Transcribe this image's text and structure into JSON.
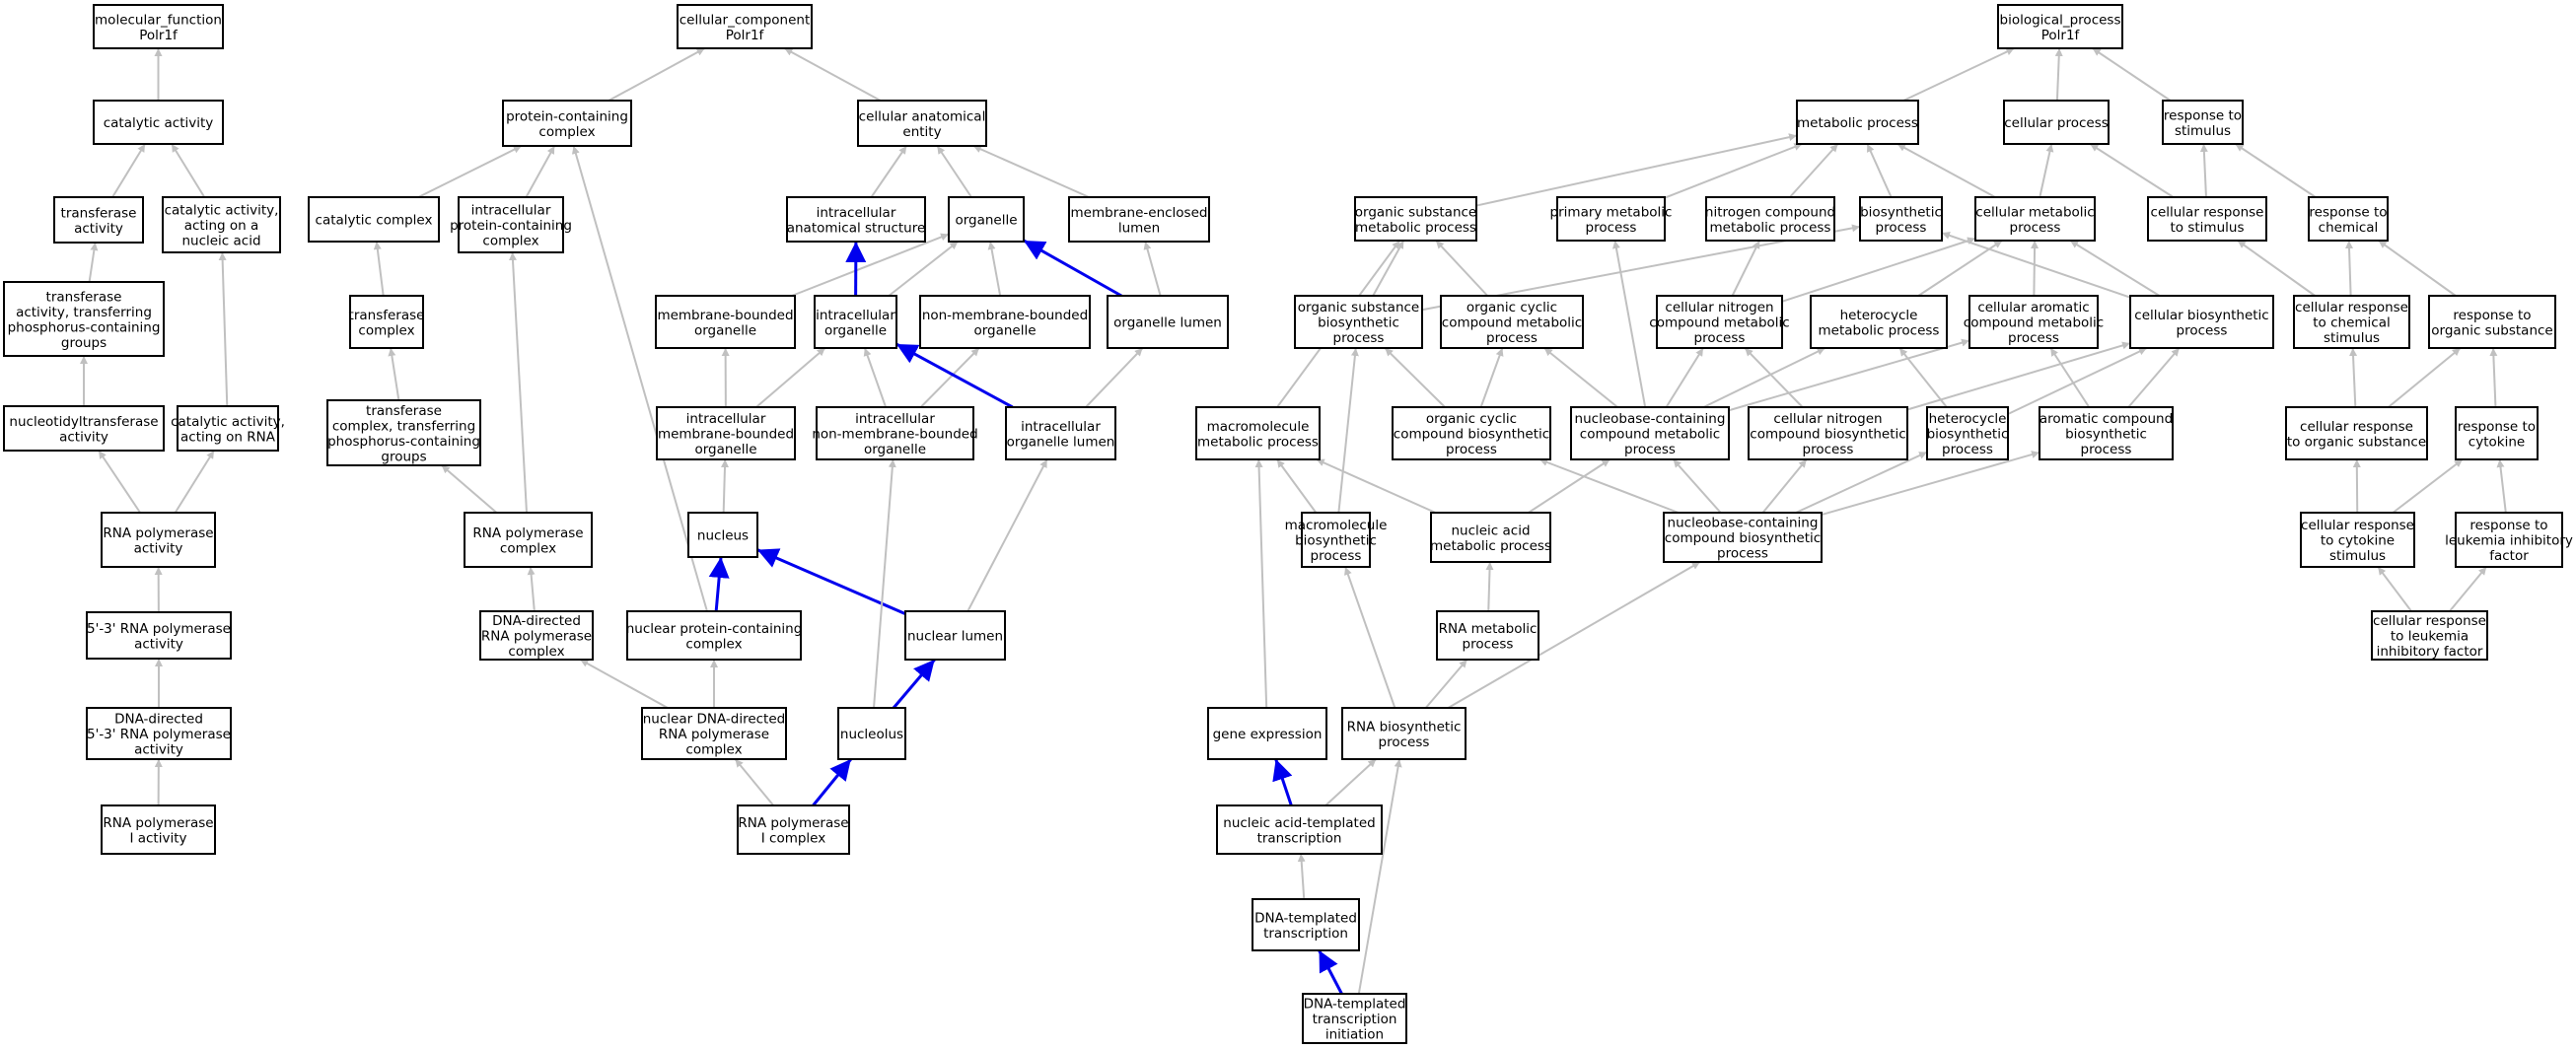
{
  "colors": {
    "default_fill": "#ffffff",
    "highlight_fill": "#add8e6",
    "focus_fill": "#6495ed",
    "grey_edge": "#c0c0c0",
    "blue_edge": "#0000ee"
  },
  "nodes": {
    "mf_root": {
      "lines": [
        "molecular_function",
        "Polr1f"
      ]
    },
    "catalytic": {
      "lines": [
        "catalytic activity"
      ]
    },
    "transferase_act": {
      "lines": [
        "transferase",
        "activity"
      ]
    },
    "cat_nucleic": {
      "lines": [
        "catalytic activity,",
        "acting on a",
        "nucleic acid"
      ]
    },
    "trans_phos": {
      "lines": [
        "transferase",
        "activity, transferring",
        "phosphorus-containing",
        "groups"
      ]
    },
    "nucleotidyl": {
      "lines": [
        "nucleotidyltransferase",
        "activity"
      ]
    },
    "cat_rna": {
      "lines": [
        "catalytic activity,",
        "acting on RNA"
      ]
    },
    "rnapol_act": {
      "lines": [
        "RNA polymerase",
        "activity"
      ]
    },
    "rnapol_53": {
      "lines": [
        "5'-3' RNA polymerase",
        "activity"
      ]
    },
    "dna_dir_53": {
      "lines": [
        "DNA-directed",
        "5'-3' RNA polymerase",
        "activity"
      ]
    },
    "rnapol1_act": {
      "lines": [
        "RNA polymerase",
        "I activity"
      ],
      "style": "highlight"
    },
    "cc_root": {
      "lines": [
        "cellular_component",
        "Polr1f"
      ]
    },
    "prot_complex": {
      "lines": [
        "protein-containing",
        "complex"
      ]
    },
    "cell_anat": {
      "lines": [
        "cellular anatomical",
        "entity"
      ]
    },
    "catalytic_complex": {
      "lines": [
        "catalytic complex"
      ]
    },
    "intra_prot_complex": {
      "lines": [
        "intracellular",
        "protein-containing",
        "complex"
      ]
    },
    "intra_anat": {
      "lines": [
        "intracellular",
        "anatomical structure"
      ]
    },
    "organelle": {
      "lines": [
        "organelle"
      ]
    },
    "membrane_lumen": {
      "lines": [
        "membrane-enclosed",
        "lumen"
      ]
    },
    "transferase_complex": {
      "lines": [
        "transferase",
        "complex"
      ]
    },
    "mem_organelle": {
      "lines": [
        "membrane-bounded",
        "organelle"
      ]
    },
    "intra_organelle": {
      "lines": [
        "intracellular",
        "organelle"
      ]
    },
    "nonmem_organelle": {
      "lines": [
        "non-membrane-bounded",
        "organelle"
      ]
    },
    "organelle_lumen": {
      "lines": [
        "organelle lumen"
      ]
    },
    "trans_complex_phos": {
      "lines": [
        "transferase",
        "complex, transferring",
        "phosphorus-containing",
        "groups"
      ]
    },
    "intra_mem_org": {
      "lines": [
        "intracellular",
        "membrane-bounded",
        "organelle"
      ]
    },
    "intra_nonmem_org": {
      "lines": [
        "intracellular",
        "non-membrane-bounded",
        "organelle"
      ]
    },
    "intra_org_lumen": {
      "lines": [
        "intracellular",
        "organelle lumen"
      ]
    },
    "rnapol_complex": {
      "lines": [
        "RNA polymerase",
        "complex"
      ]
    },
    "nucleus": {
      "lines": [
        "nucleus"
      ],
      "style": "highlight"
    },
    "dna_dir_rnapol_complex": {
      "lines": [
        "DNA-directed",
        "RNA polymerase",
        "complex"
      ],
      "style": "highlight"
    },
    "nuc_prot_complex": {
      "lines": [
        "nuclear protein-containing",
        "complex"
      ]
    },
    "nuclear_lumen": {
      "lines": [
        "nuclear lumen"
      ]
    },
    "nuc_dna_dir": {
      "lines": [
        "nuclear DNA-directed",
        "RNA polymerase",
        "complex"
      ]
    },
    "nucleolus": {
      "lines": [
        "nucleolus"
      ]
    },
    "rnapol1_complex": {
      "lines": [
        "RNA polymerase",
        "I complex"
      ],
      "style": "highlight"
    },
    "bp_root": {
      "lines": [
        "biological_process",
        "Polr1f"
      ]
    },
    "metabolic": {
      "lines": [
        "metabolic process"
      ]
    },
    "cellular_process": {
      "lines": [
        "cellular process"
      ]
    },
    "response_stimulus": {
      "lines": [
        "response to",
        "stimulus"
      ]
    },
    "org_sub_meta": {
      "lines": [
        "organic substance",
        "metabolic process"
      ]
    },
    "primary_meta": {
      "lines": [
        "primary metabolic",
        "process"
      ]
    },
    "nitrogen_meta": {
      "lines": [
        "nitrogen compound",
        "metabolic process"
      ]
    },
    "biosynthetic": {
      "lines": [
        "biosynthetic",
        "process"
      ]
    },
    "cell_meta": {
      "lines": [
        "cellular metabolic",
        "process"
      ]
    },
    "cell_resp_stim": {
      "lines": [
        "cellular response",
        "to stimulus"
      ]
    },
    "resp_chem": {
      "lines": [
        "response to",
        "chemical"
      ]
    },
    "org_sub_bio": {
      "lines": [
        "organic substance",
        "biosynthetic",
        "process"
      ]
    },
    "org_cyclic_meta": {
      "lines": [
        "organic cyclic",
        "compound metabolic",
        "process"
      ]
    },
    "cell_nitrogen_meta": {
      "lines": [
        "cellular nitrogen",
        "compound metabolic",
        "process"
      ]
    },
    "hetero_meta": {
      "lines": [
        "heterocycle",
        "metabolic process"
      ]
    },
    "cell_aromatic_meta": {
      "lines": [
        "cellular aromatic",
        "compound metabolic",
        "process"
      ]
    },
    "cell_bio": {
      "lines": [
        "cellular biosynthetic",
        "process"
      ]
    },
    "cell_resp_chem": {
      "lines": [
        "cellular response",
        "to chemical",
        "stimulus"
      ]
    },
    "resp_org_sub": {
      "lines": [
        "response to",
        "organic substance"
      ]
    },
    "macro_meta": {
      "lines": [
        "macromolecule",
        "metabolic process"
      ]
    },
    "org_cyclic_bio": {
      "lines": [
        "organic cyclic",
        "compound biosynthetic",
        "process"
      ]
    },
    "nucleobase_meta": {
      "lines": [
        "nucleobase-containing",
        "compound metabolic",
        "process"
      ]
    },
    "cell_nitrogen_bio": {
      "lines": [
        "cellular nitrogen",
        "compound biosynthetic",
        "process"
      ]
    },
    "hetero_bio": {
      "lines": [
        "heterocycle",
        "biosynthetic",
        "process"
      ]
    },
    "aromatic_bio": {
      "lines": [
        "aromatic compound",
        "biosynthetic",
        "process"
      ]
    },
    "cell_resp_org_sub": {
      "lines": [
        "cellular response",
        "to organic substance"
      ]
    },
    "resp_cytokine": {
      "lines": [
        "response to",
        "cytokine"
      ]
    },
    "macro_bio": {
      "lines": [
        "macromolecule",
        "biosynthetic",
        "process"
      ]
    },
    "nucleic_meta": {
      "lines": [
        "nucleic acid",
        "metabolic process"
      ]
    },
    "nucleobase_bio": {
      "lines": [
        "nucleobase-containing",
        "compound biosynthetic",
        "process"
      ]
    },
    "cell_resp_cytokine": {
      "lines": [
        "cellular response",
        "to cytokine",
        "stimulus"
      ]
    },
    "resp_lif": {
      "lines": [
        "response to",
        "leukemia inhibitory",
        "factor"
      ]
    },
    "rna_meta": {
      "lines": [
        "RNA metabolic",
        "process"
      ]
    },
    "cell_resp_lif": {
      "lines": [
        "cellular response",
        "to leukemia",
        "inhibitory factor"
      ],
      "style": "focus"
    },
    "gene_expr": {
      "lines": [
        "gene expression"
      ]
    },
    "rna_bio": {
      "lines": [
        "RNA biosynthetic",
        "process"
      ]
    },
    "nucleic_templ": {
      "lines": [
        "nucleic acid-templated",
        "transcription"
      ]
    },
    "dna_templ": {
      "lines": [
        "DNA-templated",
        "transcription"
      ]
    },
    "dna_templ_init": {
      "lines": [
        "DNA-templated",
        "transcription",
        "initiation"
      ],
      "style": "highlight"
    }
  },
  "edges": [
    [
      "catalytic",
      "mf_root",
      "grey"
    ],
    [
      "transferase_act",
      "catalytic",
      "grey"
    ],
    [
      "cat_nucleic",
      "catalytic",
      "grey"
    ],
    [
      "trans_phos",
      "transferase_act",
      "grey"
    ],
    [
      "nucleotidyl",
      "trans_phos",
      "grey"
    ],
    [
      "cat_rna",
      "cat_nucleic",
      "grey"
    ],
    [
      "rnapol_act",
      "nucleotidyl",
      "grey"
    ],
    [
      "rnapol_act",
      "cat_rna",
      "grey"
    ],
    [
      "rnapol_53",
      "rnapol_act",
      "grey"
    ],
    [
      "dna_dir_53",
      "rnapol_53",
      "grey"
    ],
    [
      "rnapol1_act",
      "dna_dir_53",
      "grey"
    ],
    [
      "prot_complex",
      "cc_root",
      "grey"
    ],
    [
      "cell_anat",
      "cc_root",
      "grey"
    ],
    [
      "catalytic_complex",
      "prot_complex",
      "grey"
    ],
    [
      "intra_prot_complex",
      "prot_complex",
      "grey"
    ],
    [
      "intra_anat",
      "cell_anat",
      "grey"
    ],
    [
      "organelle",
      "cell_anat",
      "grey"
    ],
    [
      "membrane_lumen",
      "cell_anat",
      "grey"
    ],
    [
      "transferase_complex",
      "catalytic_complex",
      "grey"
    ],
    [
      "trans_complex_phos",
      "transferase_complex",
      "grey"
    ],
    [
      "mem_organelle",
      "organelle",
      "grey"
    ],
    [
      "intra_organelle",
      "intra_anat",
      "blue"
    ],
    [
      "intra_organelle",
      "organelle",
      "grey"
    ],
    [
      "nonmem_organelle",
      "organelle",
      "grey"
    ],
    [
      "organelle_lumen",
      "organelle",
      "blue"
    ],
    [
      "organelle_lumen",
      "membrane_lumen",
      "grey"
    ],
    [
      "intra_mem_org",
      "mem_organelle",
      "grey"
    ],
    [
      "intra_mem_org",
      "intra_organelle",
      "grey"
    ],
    [
      "intra_nonmem_org",
      "intra_organelle",
      "grey"
    ],
    [
      "intra_nonmem_org",
      "nonmem_organelle",
      "grey"
    ],
    [
      "intra_org_lumen",
      "intra_organelle",
      "blue"
    ],
    [
      "intra_org_lumen",
      "organelle_lumen",
      "grey"
    ],
    [
      "rnapol_complex",
      "trans_complex_phos",
      "grey"
    ],
    [
      "rnapol_complex",
      "intra_prot_complex",
      "grey"
    ],
    [
      "nucleus",
      "intra_mem_org",
      "grey"
    ],
    [
      "dna_dir_rnapol_complex",
      "rnapol_complex",
      "grey"
    ],
    [
      "nuc_prot_complex",
      "nucleus",
      "blue"
    ],
    [
      "nuc_prot_complex",
      "prot_complex",
      "grey"
    ],
    [
      "nuclear_lumen",
      "nucleus",
      "blue"
    ],
    [
      "nuclear_lumen",
      "intra_org_lumen",
      "grey"
    ],
    [
      "nuc_dna_dir",
      "dna_dir_rnapol_complex",
      "grey"
    ],
    [
      "nuc_dna_dir",
      "nuc_prot_complex",
      "grey"
    ],
    [
      "nucleolus",
      "nuclear_lumen",
      "blue"
    ],
    [
      "nucleolus",
      "intra_nonmem_org",
      "grey"
    ],
    [
      "rnapol1_complex",
      "nuc_dna_dir",
      "grey"
    ],
    [
      "rnapol1_complex",
      "nucleolus",
      "blue"
    ],
    [
      "metabolic",
      "bp_root",
      "grey"
    ],
    [
      "cellular_process",
      "bp_root",
      "grey"
    ],
    [
      "response_stimulus",
      "bp_root",
      "grey"
    ],
    [
      "org_sub_meta",
      "metabolic",
      "grey"
    ],
    [
      "primary_meta",
      "metabolic",
      "grey"
    ],
    [
      "nitrogen_meta",
      "metabolic",
      "grey"
    ],
    [
      "biosynthetic",
      "metabolic",
      "grey"
    ],
    [
      "cell_meta",
      "metabolic",
      "grey"
    ],
    [
      "cell_meta",
      "cellular_process",
      "grey"
    ],
    [
      "cell_resp_stim",
      "cellular_process",
      "grey"
    ],
    [
      "cell_resp_stim",
      "response_stimulus",
      "grey"
    ],
    [
      "resp_chem",
      "response_stimulus",
      "grey"
    ],
    [
      "org_sub_bio",
      "org_sub_meta",
      "grey"
    ],
    [
      "org_sub_bio",
      "biosynthetic",
      "grey"
    ],
    [
      "org_cyclic_meta",
      "org_sub_meta",
      "grey"
    ],
    [
      "cell_nitrogen_meta",
      "nitrogen_meta",
      "grey"
    ],
    [
      "cell_nitrogen_meta",
      "cell_meta",
      "grey"
    ],
    [
      "hetero_meta",
      "cell_meta",
      "grey"
    ],
    [
      "cell_aromatic_meta",
      "cell_meta",
      "grey"
    ],
    [
      "cell_bio",
      "cell_meta",
      "grey"
    ],
    [
      "cell_bio",
      "biosynthetic",
      "grey"
    ],
    [
      "cell_resp_chem",
      "cell_resp_stim",
      "grey"
    ],
    [
      "cell_resp_chem",
      "resp_chem",
      "grey"
    ],
    [
      "resp_org_sub",
      "resp_chem",
      "grey"
    ],
    [
      "macro_meta",
      "org_sub_meta",
      "grey"
    ],
    [
      "org_cyclic_bio",
      "org_sub_bio",
      "grey"
    ],
    [
      "org_cyclic_bio",
      "org_cyclic_meta",
      "grey"
    ],
    [
      "nucleobase_meta",
      "org_cyclic_meta",
      "grey"
    ],
    [
      "nucleobase_meta",
      "cell_nitrogen_meta",
      "grey"
    ],
    [
      "nucleobase_meta",
      "hetero_meta",
      "grey"
    ],
    [
      "nucleobase_meta",
      "cell_aromatic_meta",
      "grey"
    ],
    [
      "nucleobase_meta",
      "primary_meta",
      "grey"
    ],
    [
      "cell_nitrogen_bio",
      "cell_nitrogen_meta",
      "grey"
    ],
    [
      "cell_nitrogen_bio",
      "cell_bio",
      "grey"
    ],
    [
      "hetero_bio",
      "hetero_meta",
      "grey"
    ],
    [
      "hetero_bio",
      "cell_bio",
      "grey"
    ],
    [
      "aromatic_bio",
      "cell_aromatic_meta",
      "grey"
    ],
    [
      "aromatic_bio",
      "cell_bio",
      "grey"
    ],
    [
      "cell_resp_org_sub",
      "cell_resp_chem",
      "grey"
    ],
    [
      "cell_resp_org_sub",
      "resp_org_sub",
      "grey"
    ],
    [
      "resp_cytokine",
      "resp_org_sub",
      "grey"
    ],
    [
      "macro_bio",
      "macro_meta",
      "grey"
    ],
    [
      "macro_bio",
      "org_sub_bio",
      "grey"
    ],
    [
      "nucleic_meta",
      "macro_meta",
      "grey"
    ],
    [
      "nucleic_meta",
      "nucleobase_meta",
      "grey"
    ],
    [
      "nucleobase_bio",
      "org_cyclic_bio",
      "grey"
    ],
    [
      "nucleobase_bio",
      "nucleobase_meta",
      "grey"
    ],
    [
      "nucleobase_bio",
      "cell_nitrogen_bio",
      "grey"
    ],
    [
      "nucleobase_bio",
      "hetero_bio",
      "grey"
    ],
    [
      "nucleobase_bio",
      "aromatic_bio",
      "grey"
    ],
    [
      "cell_resp_cytokine",
      "cell_resp_org_sub",
      "grey"
    ],
    [
      "cell_resp_cytokine",
      "resp_cytokine",
      "grey"
    ],
    [
      "resp_lif",
      "resp_cytokine",
      "grey"
    ],
    [
      "rna_meta",
      "nucleic_meta",
      "grey"
    ],
    [
      "cell_resp_lif",
      "cell_resp_cytokine",
      "grey"
    ],
    [
      "cell_resp_lif",
      "resp_lif",
      "grey"
    ],
    [
      "gene_expr",
      "macro_meta",
      "grey"
    ],
    [
      "rna_bio",
      "rna_meta",
      "grey"
    ],
    [
      "rna_bio",
      "macro_bio",
      "grey"
    ],
    [
      "rna_bio",
      "nucleobase_bio",
      "grey"
    ],
    [
      "nucleic_templ",
      "gene_expr",
      "blue"
    ],
    [
      "nucleic_templ",
      "rna_bio",
      "grey"
    ],
    [
      "dna_templ",
      "nucleic_templ",
      "grey"
    ],
    [
      "dna_templ_init",
      "dna_templ",
      "blue"
    ],
    [
      "dna_templ_init",
      "rna_bio",
      "grey"
    ]
  ]
}
